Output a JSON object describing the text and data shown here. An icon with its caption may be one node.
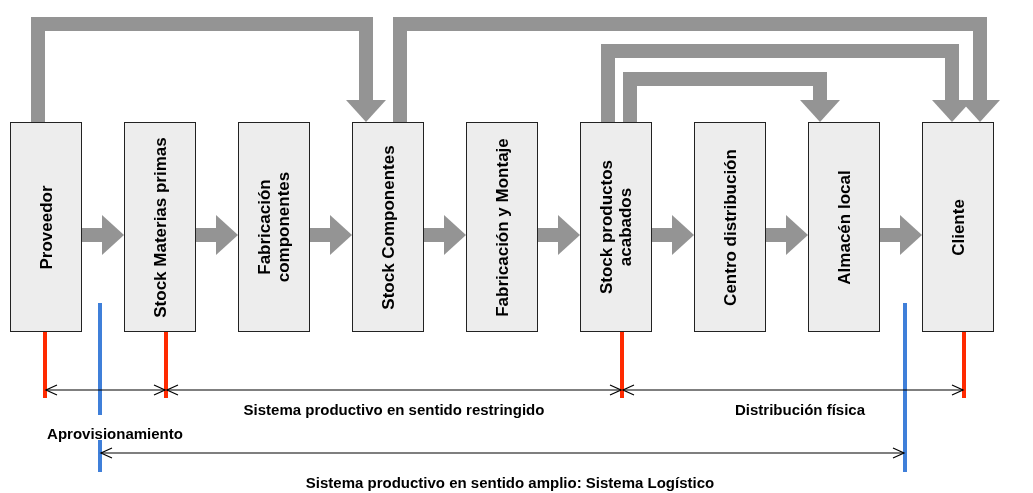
{
  "diagram": {
    "nodes": [
      {
        "text": [
          "Proveedor"
        ]
      },
      {
        "text": [
          "Stock Materias primas"
        ]
      },
      {
        "text": [
          "Fabricación componentes"
        ]
      },
      {
        "text": [
          "Stock Componentes"
        ]
      },
      {
        "text": [
          "Fabricación y Montaje"
        ]
      },
      {
        "text": [
          "Stock productos acabados"
        ]
      },
      {
        "text": [
          "Centro distribución"
        ]
      },
      {
        "text": [
          "Almacén local"
        ]
      },
      {
        "text": [
          "Cliente"
        ]
      }
    ],
    "edges": [
      {
        "from": 0,
        "to": 1,
        "arrow": "to"
      },
      {
        "from": 1,
        "to": 2,
        "arrow": "to"
      },
      {
        "from": 2,
        "to": 3,
        "arrow": "to"
      },
      {
        "from": 3,
        "to": 4,
        "arrow": "to"
      },
      {
        "from": 4,
        "to": 5,
        "arrow": "to"
      },
      {
        "from": 5,
        "to": 6,
        "arrow": "to"
      },
      {
        "from": 6,
        "to": 7,
        "arrow": "to"
      },
      {
        "from": 7,
        "to": 8,
        "arrow": "to"
      },
      {
        "from": 0,
        "to": 3,
        "arrow": "to"
      },
      {
        "from": 3,
        "to": 8,
        "arrow": "to"
      },
      {
        "from": 5,
        "to": 8,
        "arrow": "to"
      },
      {
        "from": 5,
        "to": 7,
        "arrow": "to"
      }
    ],
    "labels": [
      "Sistema productivo en sentido restringido",
      "Distribución física",
      "Aprovisionamiento",
      "Sistema productivo en sentido amplio: Sistema Logístico"
    ]
  }
}
